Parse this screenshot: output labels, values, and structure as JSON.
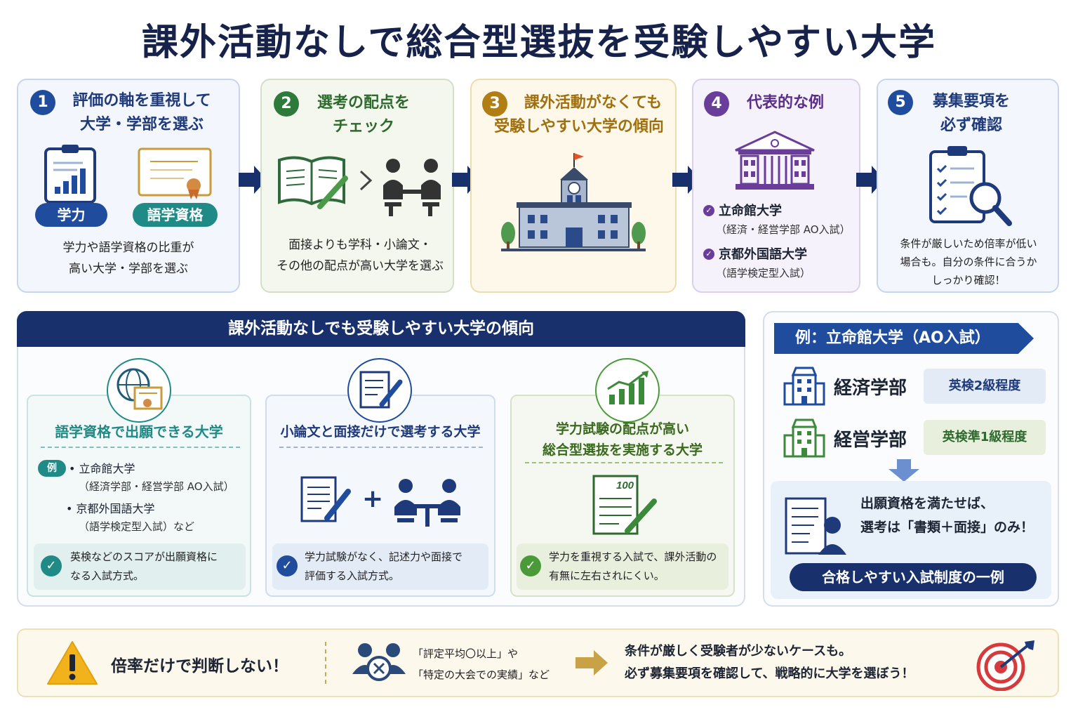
{
  "title": "課外活動なしで総合型選抜を受験しやすい大学",
  "steps": [
    {
      "num": "1",
      "head1": "評価の軸を重視して",
      "head2": "大学・学部を選ぶ",
      "pill1": "学力",
      "pill2": "語学資格",
      "desc1": "学力や語学資格の比重が",
      "desc2": "高い大学・学部を選ぶ"
    },
    {
      "num": "2",
      "head1": "選考の配点を",
      "head2": "チェック",
      "desc1": "面接よりも学科・小論文・",
      "desc2": "その他の配点が高い大学を選ぶ"
    },
    {
      "num": "3",
      "head1": "課外活動がなくても",
      "head2": "受験しやすい大学の傾向"
    },
    {
      "num": "4",
      "head1": "代表的な例",
      "uni1": "立命館大学",
      "uni1sub": "（経済・経営学部 AO入試）",
      "uni2": "京都外国語大学",
      "uni2sub": "（語学検定型入試）"
    },
    {
      "num": "5",
      "head1": "募集要項を",
      "head2": "必ず確認",
      "desc1": "条件が厳しいため倍率が低い",
      "desc2": "場合も。自分の条件に合うか",
      "desc3": "しっかり確認！"
    }
  ],
  "panel": {
    "title": "課外活動なしでも受験しやすい大学の傾向",
    "cards": [
      {
        "title": "語学資格で出願できる大学",
        "badge": "例",
        "item1": "• 立命館大学",
        "item1sub": "（経済学部・経営学部 AO入試）",
        "item2": "• 京都外国語大学",
        "item2sub": "（語学検定型入試）など",
        "note1": "英検などのスコアが出願資格に",
        "note2": "なる入試方式。"
      },
      {
        "title": "小論文と面接だけで選考する大学",
        "plus": "+",
        "note1": "学力試験がなく、記述力や面接で",
        "note2": "評価する入試方式。"
      },
      {
        "title1": "学力試験の配点が高い",
        "title2": "総合型選抜を実施する大学",
        "score": "100",
        "note1": "学力を重視する入試で、課外活動の",
        "note2": "有無に左右されにくい。"
      }
    ]
  },
  "example": {
    "title": "例：立命館大学（AO入試）",
    "dept1": "経済学部",
    "grade1": "英検2級程度",
    "dept2": "経営学部",
    "grade2": "英検準1級程度",
    "result1": "出願資格を満たせば、",
    "result2": "選考は「書類＋面接」のみ！",
    "pill": "合格しやすい入試制度の一例"
  },
  "bottom": {
    "warning": "倍率だけで判断しない！",
    "cond1": "「評定平均〇以上」や",
    "cond2": "「特定の大会での実績」など",
    "msg1": "条件が厳しく受験者が少ないケースも。",
    "msg2": "必ず募集要項を確認して、戦略的に大学を選ぼう！"
  },
  "colors": {
    "navy": "#18306b",
    "blue": "#1f4c9c",
    "green": "#2e7a3a",
    "gold": "#b07e12",
    "purple": "#6a3d9a",
    "teal": "#1f8a86"
  }
}
